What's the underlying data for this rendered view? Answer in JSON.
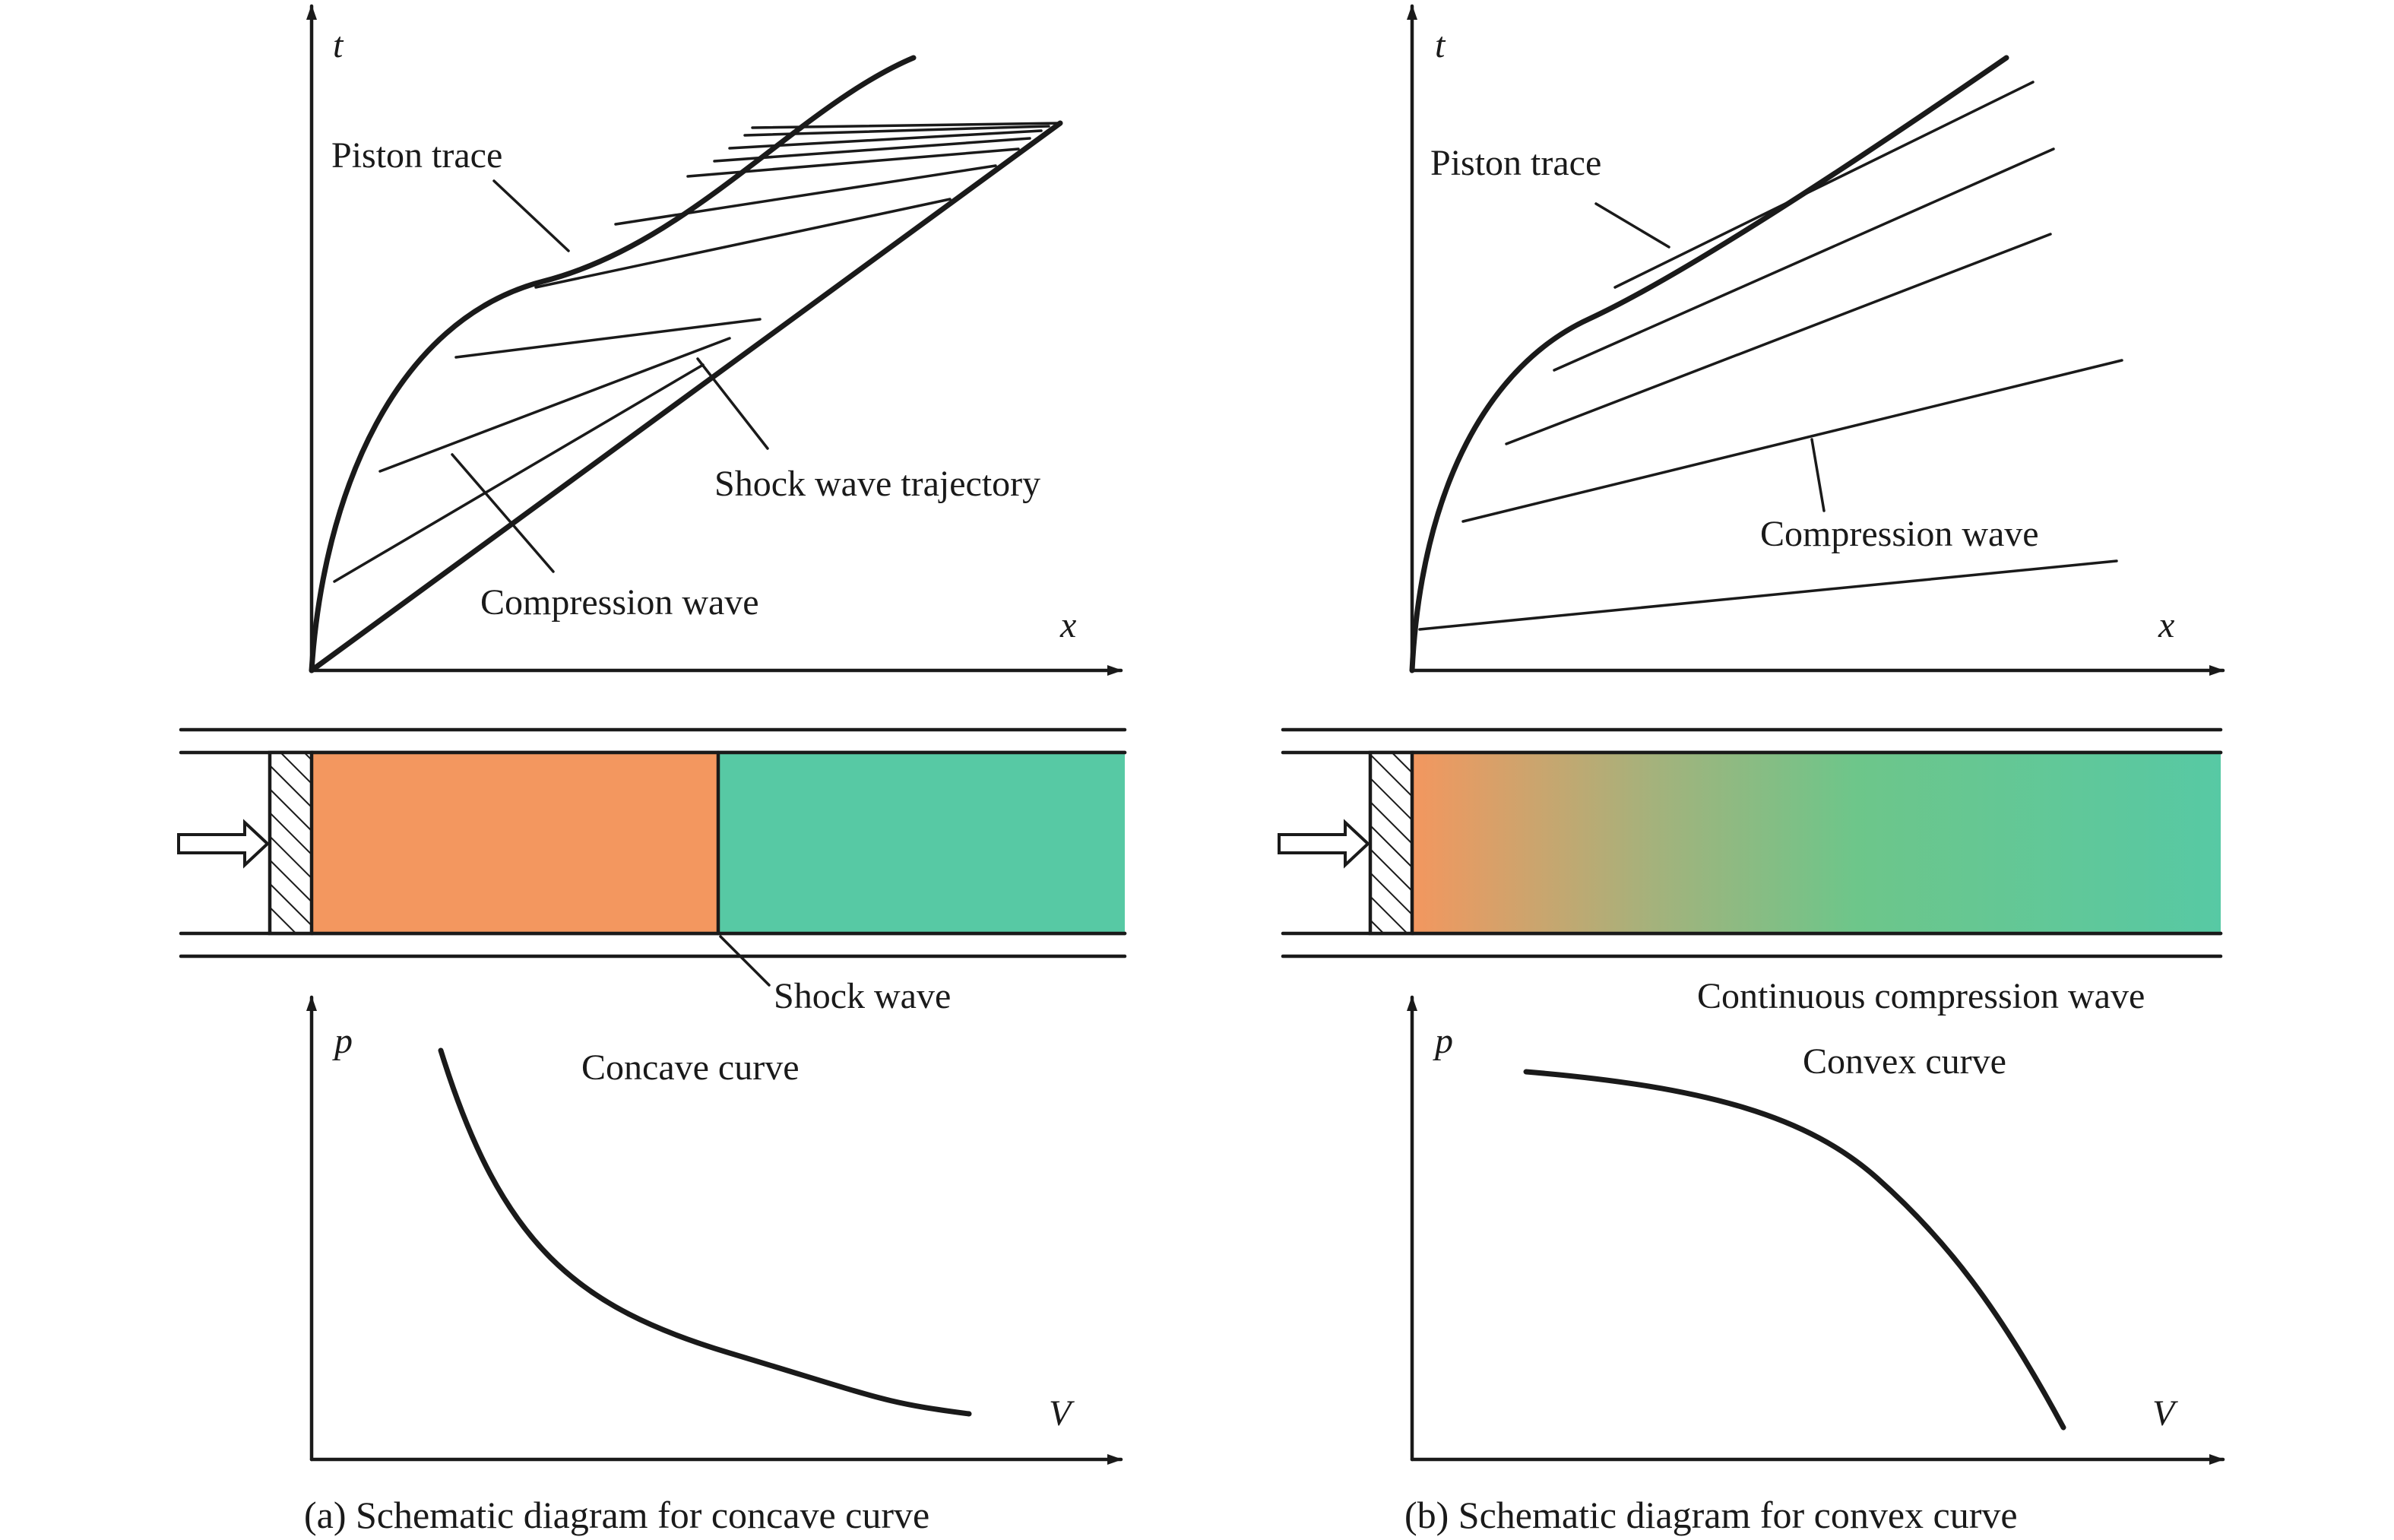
{
  "panel_a": {
    "tx_axis": {
      "y_label": "t",
      "x_label": "x"
    },
    "labels": {
      "piston_trace": "Piston trace",
      "shock_wave_trajectory": "Shock wave trajectory",
      "compression_wave": "Compression wave"
    },
    "tube": {
      "shock_label": "Shock wave",
      "compressed_color": "#F3975F",
      "undisturbed_color": "#57C9A4"
    },
    "pv_axis": {
      "y_label": "p",
      "x_label": "V",
      "curve_label": "Concave curve"
    },
    "caption": "(a) Schematic diagram for concave curve"
  },
  "panel_b": {
    "tx_axis": {
      "y_label": "t",
      "x_label": "x"
    },
    "labels": {
      "piston_trace": "Piston trace",
      "compression_wave": "Compression wave"
    },
    "tube": {
      "wave_label": "Continuous compression wave",
      "gradient_start": "#F3975F",
      "gradient_end": "#57C9A4"
    },
    "pv_axis": {
      "y_label": "p",
      "x_label": "V",
      "curve_label": "Convex curve"
    },
    "caption": "(b) Schematic diagram for convex curve"
  }
}
